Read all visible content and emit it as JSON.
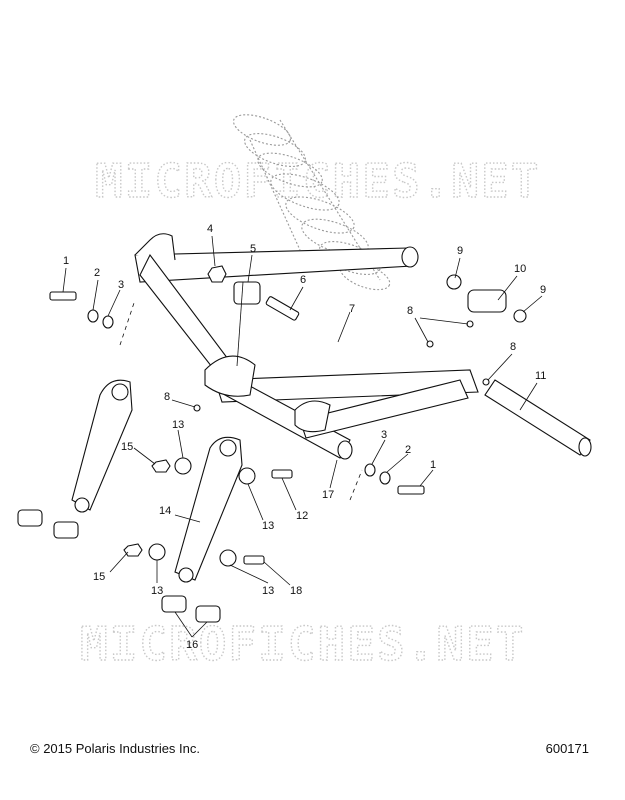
{
  "watermark": "MICROFICHES.NET",
  "footer": {
    "copyright": "© 2015 Polaris Industries Inc.",
    "figure_number": "600171"
  },
  "callouts": [
    "1",
    "2",
    "3",
    "4",
    "5",
    "6",
    "7",
    "8",
    "8",
    "9",
    "10",
    "9",
    "8",
    "11",
    "15",
    "13",
    "14",
    "12",
    "13",
    "3",
    "2",
    "1",
    "17",
    "15",
    "13",
    "13",
    "18",
    "16"
  ]
}
